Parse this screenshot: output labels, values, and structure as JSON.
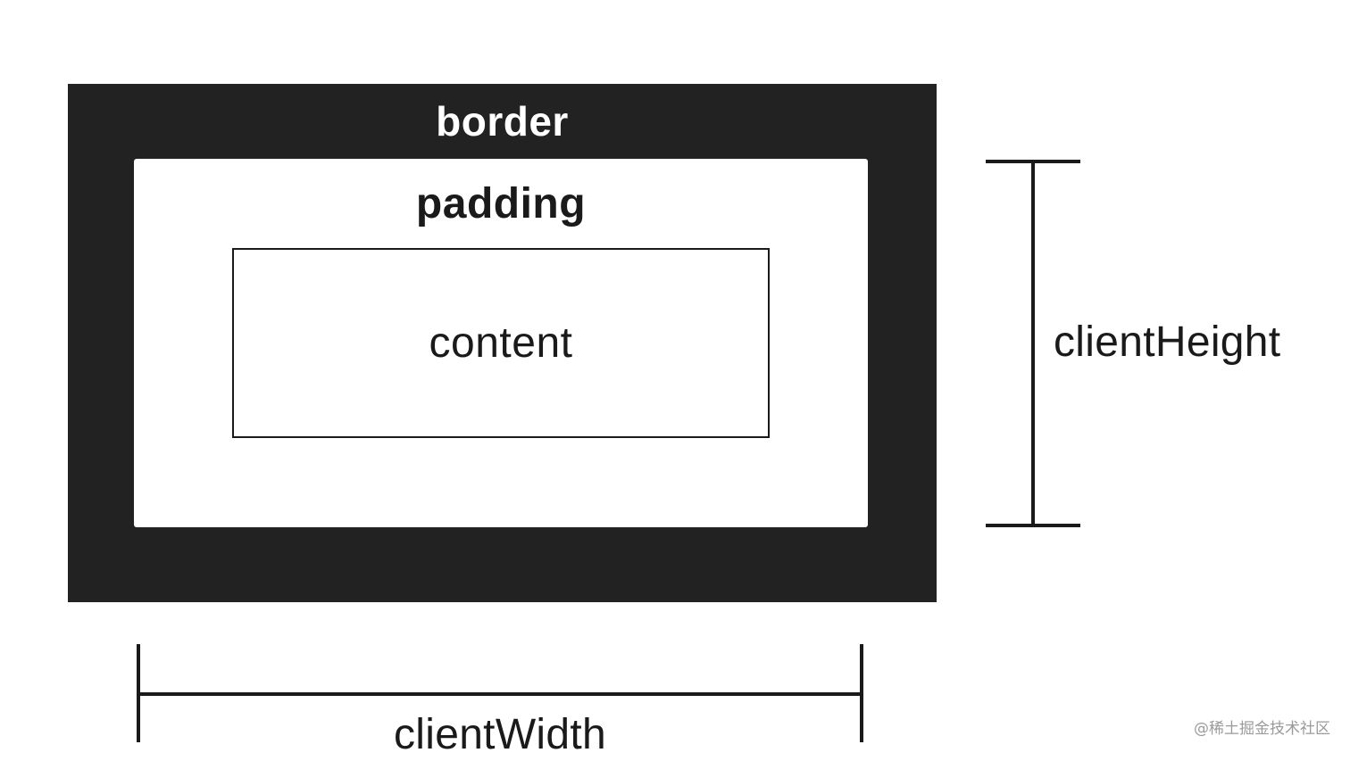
{
  "diagram": {
    "border_label": "border",
    "padding_label": "padding",
    "content_label": "content",
    "client_height_label": "clientHeight",
    "client_width_label": "clientWidth"
  },
  "watermark": "@稀土掘金技术社区",
  "colors": {
    "border_fill": "#222222",
    "line": "#1a1a1a",
    "background": "#ffffff",
    "watermark": "#9a9a9a"
  }
}
